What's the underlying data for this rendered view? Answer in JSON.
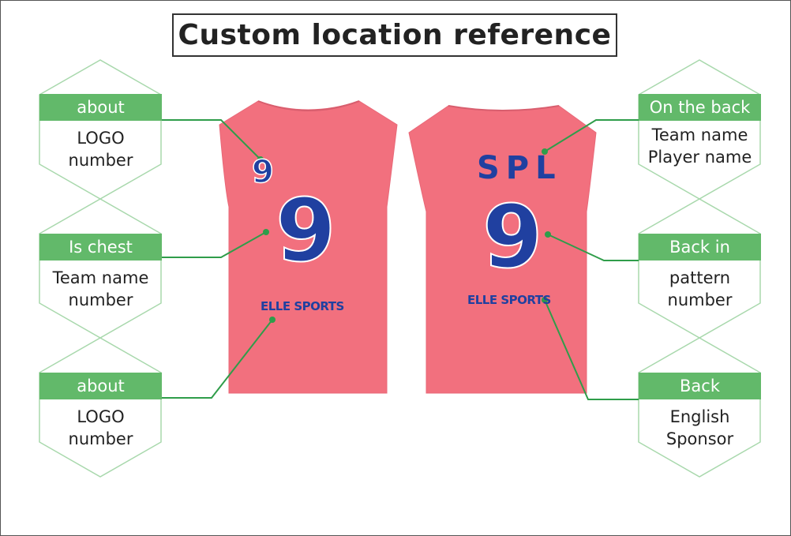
{
  "title": "Custom location reference",
  "colors": {
    "accent_green": "#62b96a",
    "jersey_pink": "#f2707e",
    "print_blue": "#2744a4"
  },
  "callouts": [
    {
      "header": "about",
      "line1": "LOGO",
      "line2": "number"
    },
    {
      "header": "Is chest",
      "line1": "Team name",
      "line2": "number"
    },
    {
      "header": "about",
      "line1": "LOGO",
      "line2": "number"
    },
    {
      "header": "On the back",
      "line1": "Team name",
      "line2": "Player name"
    },
    {
      "header": "Back in",
      "line1": "pattern",
      "line2": "number"
    },
    {
      "header": "Back",
      "line1": "English",
      "line2": "Sponsor"
    }
  ],
  "front_jersey": {
    "logo_number": "9",
    "chest_number": "9",
    "sponsor": "ELLE SPORTS"
  },
  "back_jersey": {
    "team_name": "SPL",
    "back_number": "9",
    "sponsor": "ELLE SPORTS"
  }
}
